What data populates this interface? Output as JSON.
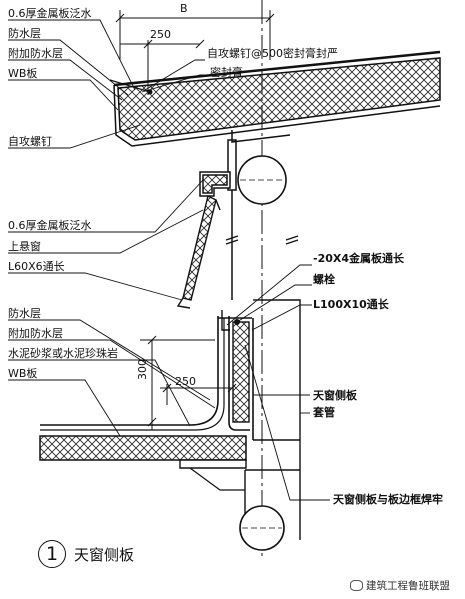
{
  "labels_left": {
    "flashing_top": "0.6厚金属板泛水",
    "waterproof_top": "防水层",
    "extra_waterproof_top": "附加防水层",
    "wb_top": "WB板",
    "self_tap_screw": "自攻螺钉",
    "flashing_mid": "0.6厚金属板泛水",
    "top_hung_window": "上悬窗",
    "angle_l60": "L60X6通长",
    "waterproof_bot": "防水层",
    "extra_waterproof_bot": "附加防水层",
    "mortar": "水泥砂浆或水泥珍珠岩",
    "wb_bot": "WB板"
  },
  "labels_right": {
    "screw_seal": "自攻螺钉@500密封膏封严",
    "sealant": "密封膏",
    "metal_strip": "-20X4金属板通长",
    "bolt": "螺栓",
    "angle_l100": "L100X10通长",
    "side_panel": "天窗侧板",
    "sleeve": "套管",
    "weld_note": "天窗侧板与板边框焊牢"
  },
  "dimensions": {
    "b": "B",
    "d250_top": "250",
    "d300": "300",
    "d250_bot": "250"
  },
  "caption": {
    "number": "1",
    "title": "天窗侧板"
  },
  "watermark": "建筑工程鲁班联盟"
}
